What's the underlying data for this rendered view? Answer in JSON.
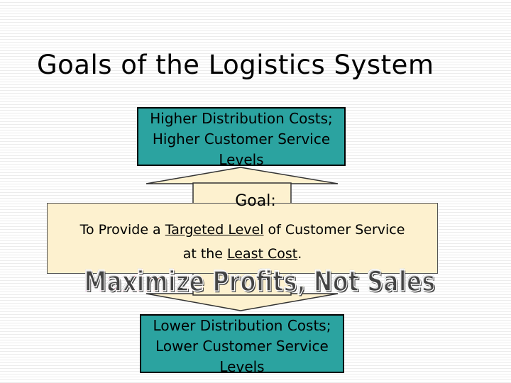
{
  "slide": {
    "title": "Goals of the Logistics System"
  },
  "top_box": {
    "lines": [
      "Higher Distribution Costs;",
      "Higher Customer Service",
      "Levels"
    ],
    "color": "#2ba3a0"
  },
  "bottom_box": {
    "lines": [
      "Lower Distribution Costs;",
      "Lower Customer Service",
      "Levels"
    ],
    "color": "#2ba3a0"
  },
  "goal": {
    "label": "Goal:",
    "line1_prefix": "To Provide a ",
    "line1_link1": "Targeted Level",
    "line1_suffix": " of Customer Service",
    "line2_prefix": "at the ",
    "line2_link": "Least Cost",
    "line2_suffix": ".",
    "fill_color": "#fdf1cf"
  },
  "slogan": {
    "text": "Maximize Profits, Not Sales",
    "gradient_colors": [
      "#a31c8c",
      "#e8491d",
      "#f0a41a",
      "#2e8a2a",
      "#1e3fa8"
    ]
  }
}
